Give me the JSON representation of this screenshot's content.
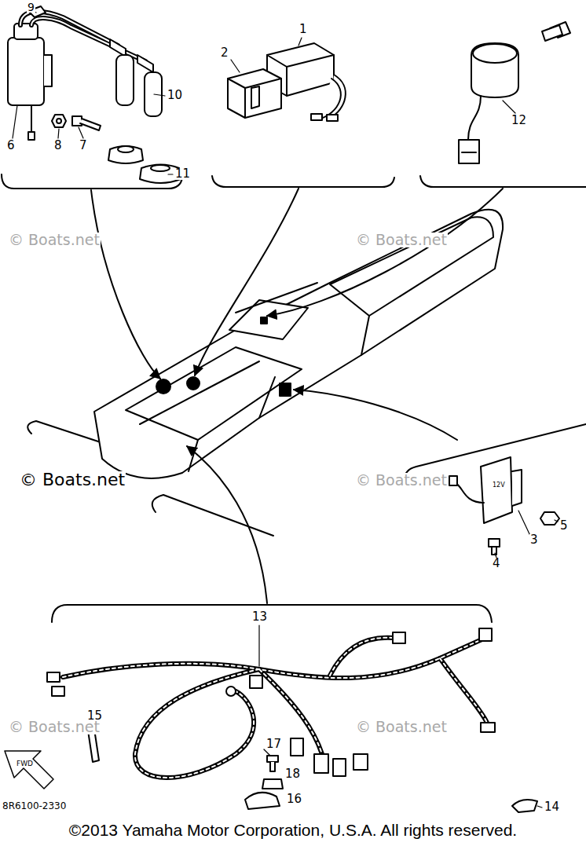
{
  "diagram": {
    "caption": "©2013 Yamaha Motor Corporation, U.S.A. All rights reserved.",
    "labels": [
      "9",
      "10",
      "1",
      "2",
      "12",
      "6",
      "8",
      "7",
      "11",
      "© Boats.net",
      "© Boats.net",
      "12V",
      "© Boats.net",
      "© Boats.net",
      "5",
      "3",
      "4",
      "13",
      "15",
      "© Boats.net",
      "17",
      "© Boats.net",
      "14",
      "18",
      "FWD",
      "16",
      "8R6100-2330"
    ]
  }
}
